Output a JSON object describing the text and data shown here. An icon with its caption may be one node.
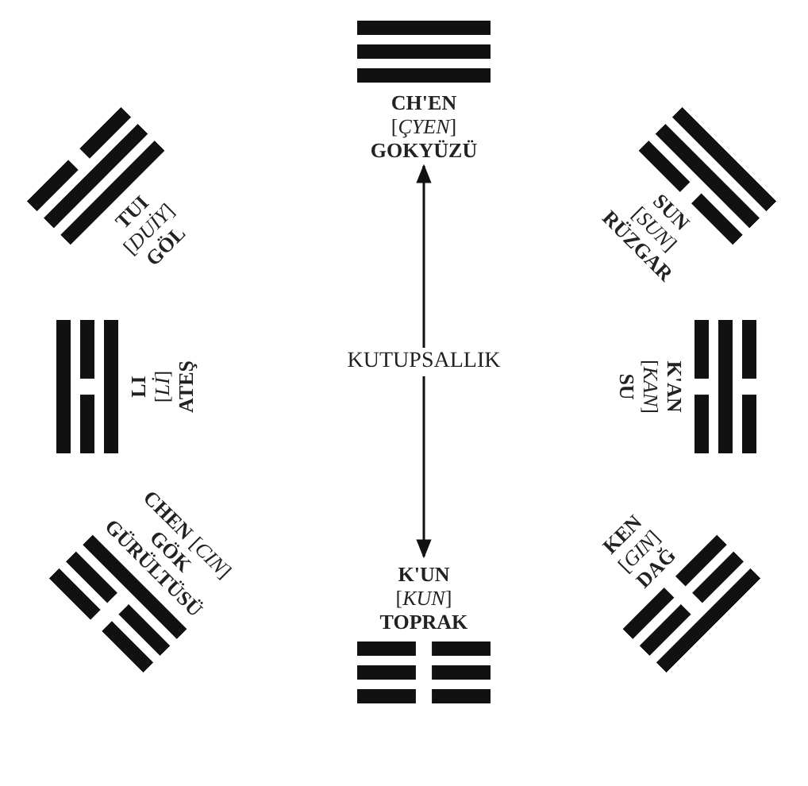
{
  "diagram": {
    "nodes": [
      {
        "text": [
          "CH'EN",
          "[*ÇYEN*]",
          "GOKYÜZÜ"
        ]
      },
      {
        "text": [
          "TUI",
          "[*DUİY*]",
          "GÖL"
        ]
      },
      {
        "text": [
          "SUN",
          "[*SUN*]",
          "RÜZGAR"
        ]
      },
      {
        "text": [
          "LI",
          "[*Lİ*]",
          "ATEŞ"
        ]
      },
      {
        "text": [
          "K'AN",
          "[*KAN*]",
          "SU"
        ]
      },
      {
        "text": [
          "CHEN",
          "[*CIN*]",
          "GÖK GÜRÜLTÜSÜ"
        ]
      },
      {
        "text": [
          "KEN",
          "[*GIN*]",
          "DAĞ"
        ]
      },
      {
        "text": [
          "K'UN",
          "[*KUN*]",
          "TOPRAK"
        ]
      }
    ],
    "edges": [
      {
        "from": 0,
        "to": 7,
        "arrow": "both",
        "label": "KUTUPSALLIK"
      }
    ]
  }
}
